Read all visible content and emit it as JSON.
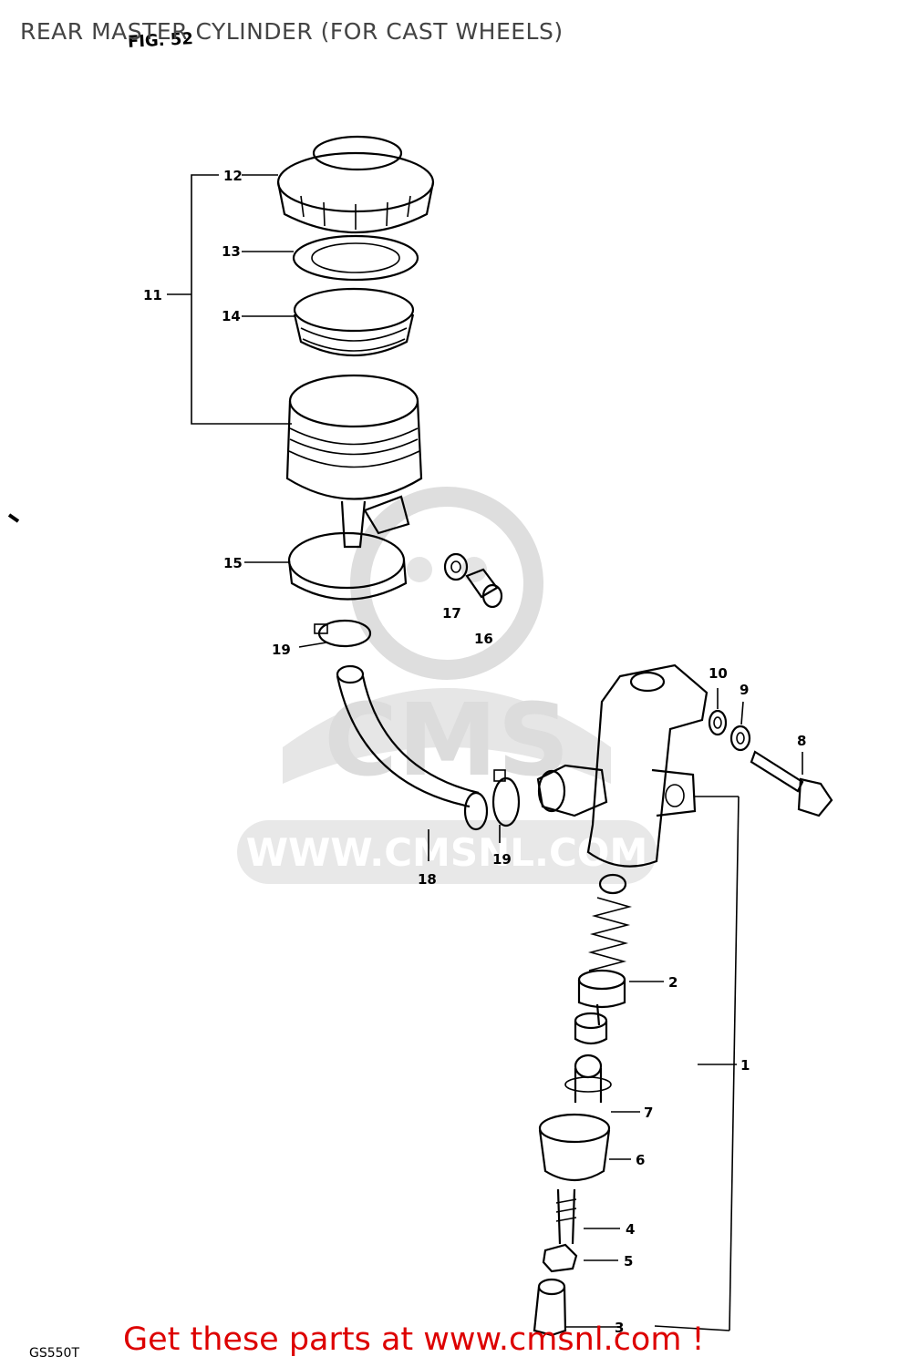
{
  "title": "REAR MASTER CYLINDER (FOR CAST WHEELS)",
  "figure_label": "FIG. 52",
  "model_code": "GS550T",
  "footer_text": "Get these parts at www.cmsnl.com !",
  "watermark": {
    "text": "WWW.CMSNL.COM",
    "logo": "CMS"
  },
  "part_labels": {
    "p1": "1",
    "p2": "2",
    "p3": "3",
    "p4": "4",
    "p5": "5",
    "p6": "6",
    "p7": "7",
    "p8": "8",
    "p9": "9",
    "p10": "10",
    "p11": "11",
    "p12": "12",
    "p13": "13",
    "p14": "14",
    "p15": "15",
    "p16": "16",
    "p17": "17",
    "p18": "18",
    "p19a": "19",
    "p19b": "19"
  },
  "colors": {
    "footer": "#dd0000",
    "title": "#444444",
    "watermark": "#d9d9d9"
  }
}
